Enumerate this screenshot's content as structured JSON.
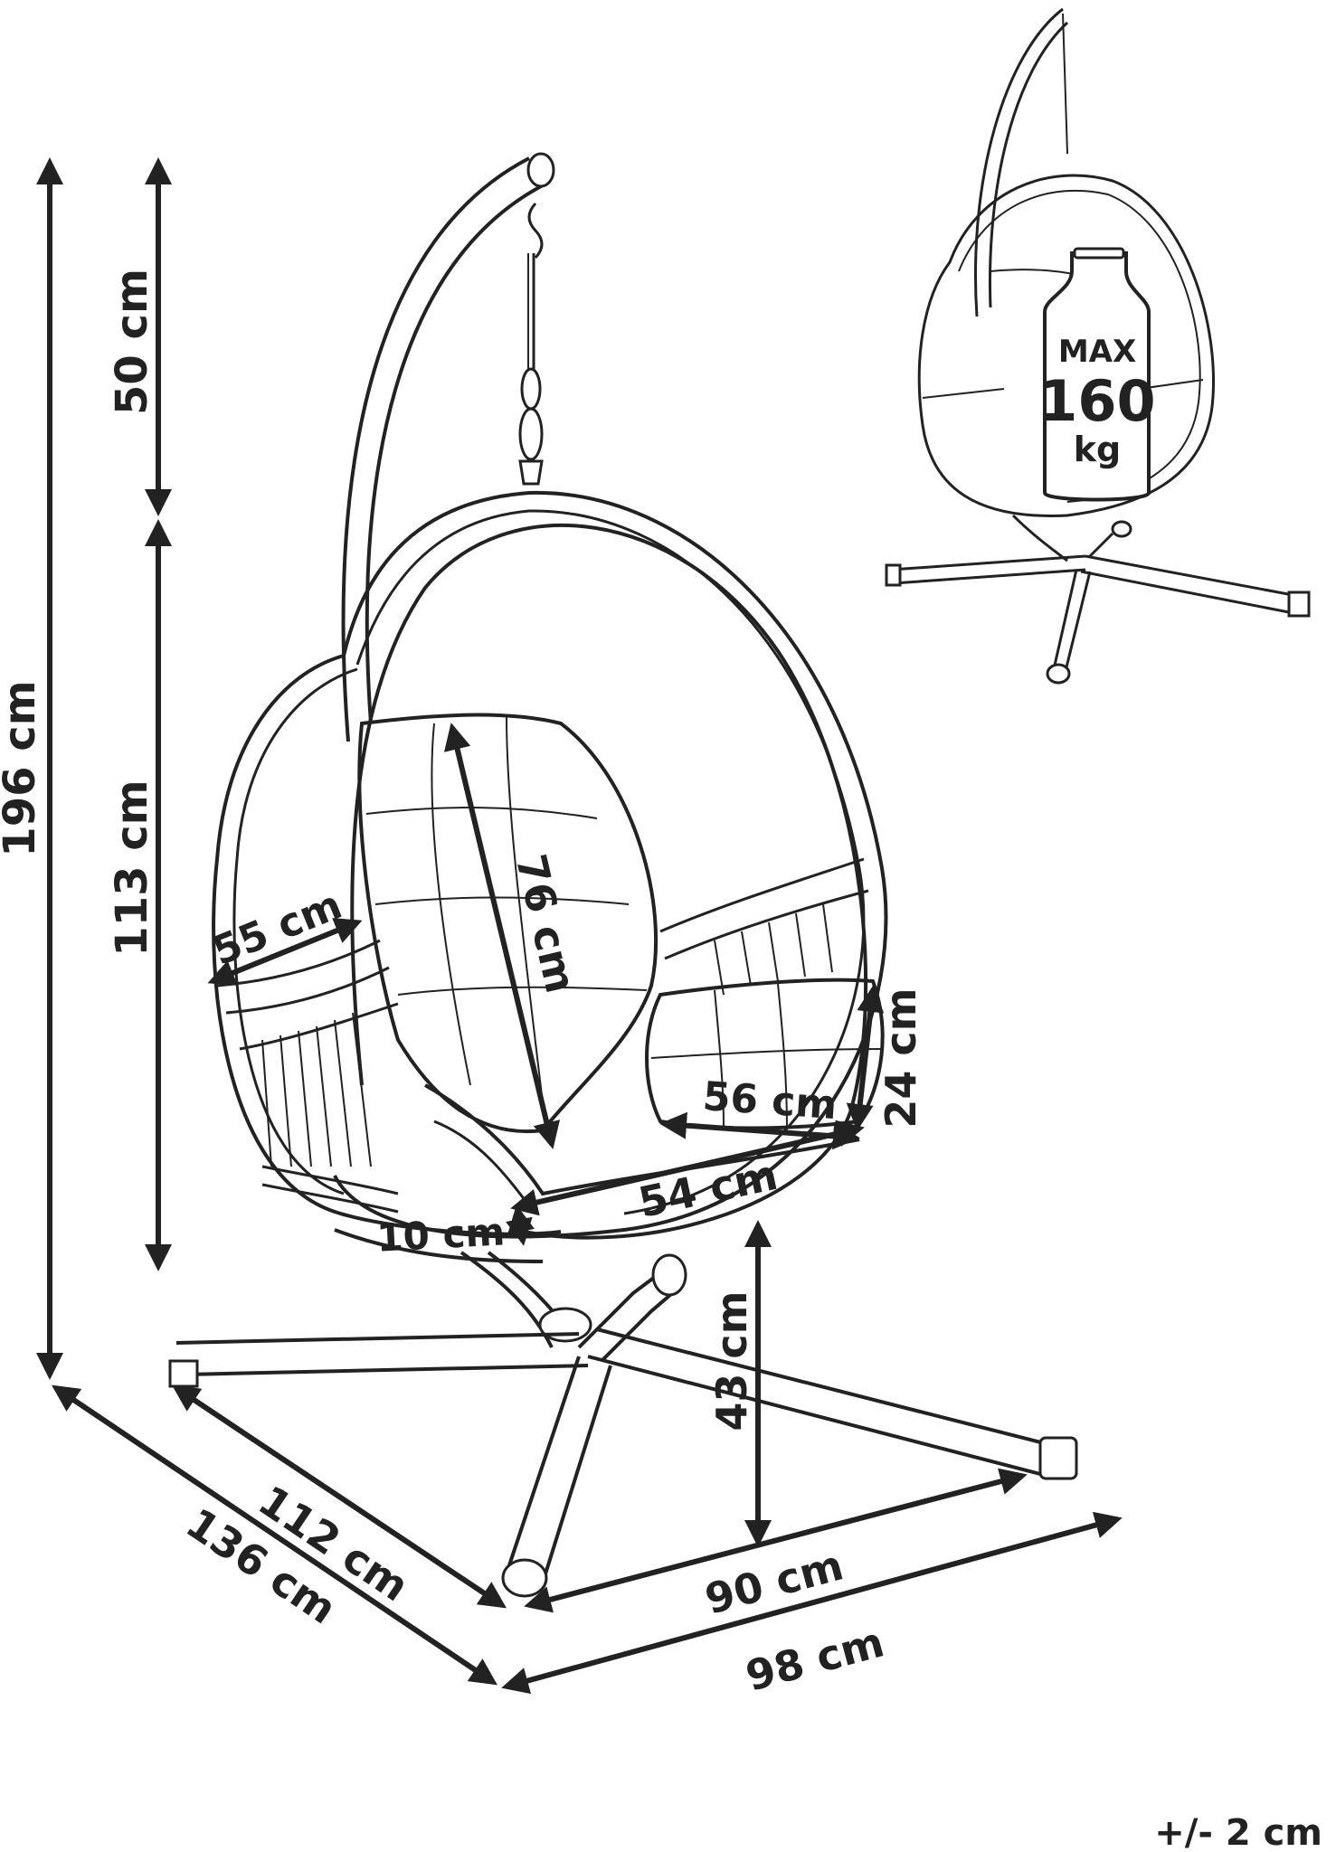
{
  "labels": {
    "overall_height": "196 cm",
    "hook_height": "50 cm",
    "stand_inner_height": "113 cm",
    "seat_width": "55 cm",
    "back_cushion_length": "76 cm",
    "side_pillow_height": "24 cm",
    "pillow_width": "56 cm",
    "seat_depth": "54 cm",
    "seat_thickness": "10 cm",
    "seat_height": "43 cm",
    "base_width_inner": "112 cm",
    "base_width_outer": "136 cm",
    "base_depth_inner": "90 cm",
    "base_depth_outer": "98 cm",
    "tolerance": "+/- 2 cm"
  },
  "weight_badge": {
    "max": "MAX",
    "value": "160",
    "unit": "kg"
  },
  "colors": {
    "line": "#222222",
    "background": "#ffffff"
  }
}
